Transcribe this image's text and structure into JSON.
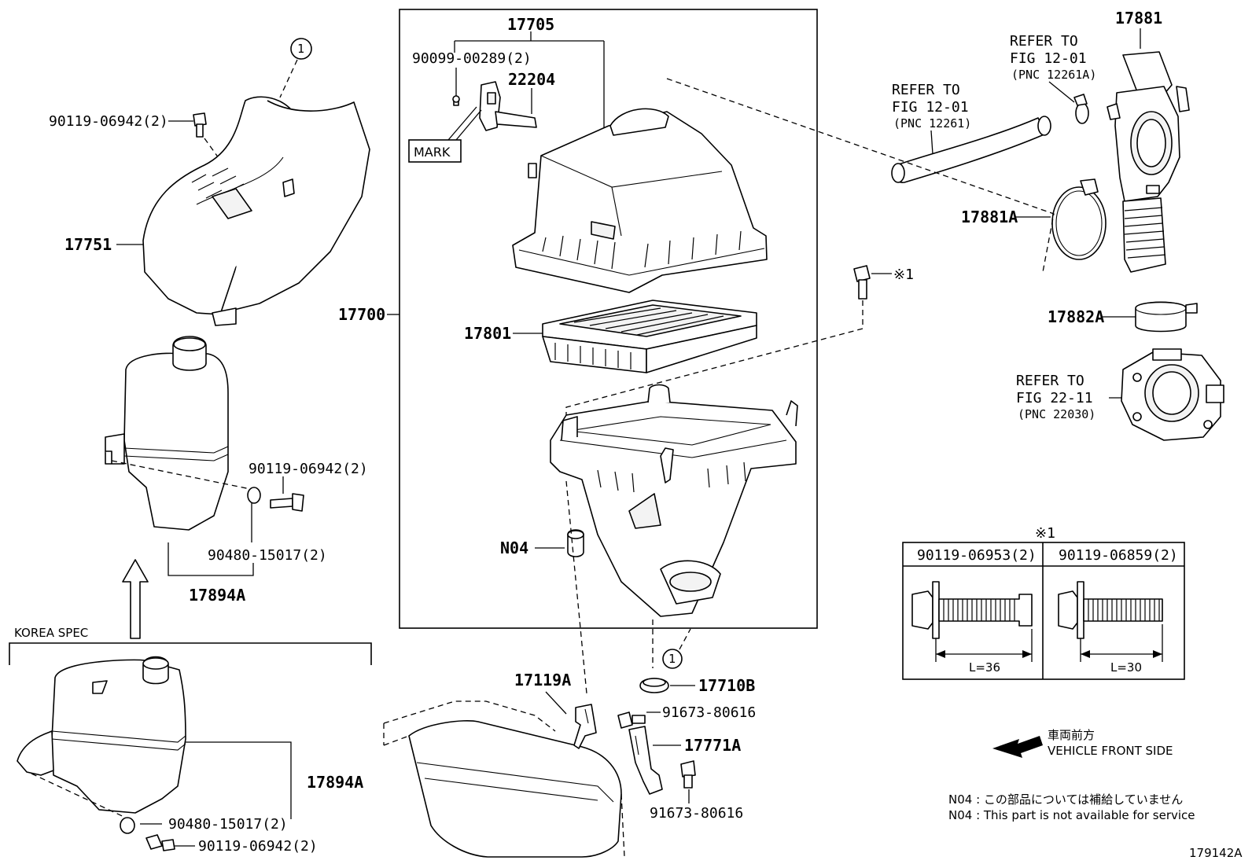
{
  "labels": {
    "p17705": "17705",
    "p90099_00289": "90099-00289(2)",
    "p22204": "22204",
    "mark": "MARK",
    "p17700": "17700",
    "p17801": "17801",
    "n04": "N04",
    "p90119_06942_top": "90119-06942(2)",
    "p17751": "17751",
    "p90119_06942_mid": "90119-06942(2)",
    "p90480_15017_mid": "90480-15017(2)",
    "p17894A_mid": "17894A",
    "korea_spec": "KOREA SPEC",
    "p17894A_bottom": "17894A",
    "p90480_15017_bottom": "90480-15017(2)",
    "p90119_06942_bottom": "90119-06942(2)",
    "p17119A": "17119A",
    "p91673_80616_a": "91673-80616",
    "p17771A": "17771A",
    "p91673_80616_b": "91673-80616",
    "p17710B": "17710B",
    "p17881": "17881",
    "refer_12261A_1": "REFER TO",
    "refer_12261A_2": "FIG 12-01",
    "refer_12261A_3": "(PNC 12261A)",
    "refer_12261_1": "REFER TO",
    "refer_12261_2": "FIG 12-01",
    "refer_12261_3": "(PNC 12261)",
    "p17881A": "17881A",
    "p17882A": "17882A",
    "refer_22030_1": "REFER TO",
    "refer_22030_2": "FIG 22-11",
    "refer_22030_3": "(PNC 22030)",
    "star1_mark": "※1",
    "circle1": "1",
    "circle1_b": "1",
    "table_title": "※1",
    "table_col1": "90119-06953(2)",
    "table_col2": "90119-06859(2)",
    "table_len1": "L=36",
    "table_len2": "L=30",
    "front_jp": "車両前方",
    "front_en": "VEHICLE FRONT SIDE",
    "note_jp": "N04 : この部品については補給していません",
    "note_en": "N04 : This part is not available for service",
    "figure_id": "179142A"
  }
}
